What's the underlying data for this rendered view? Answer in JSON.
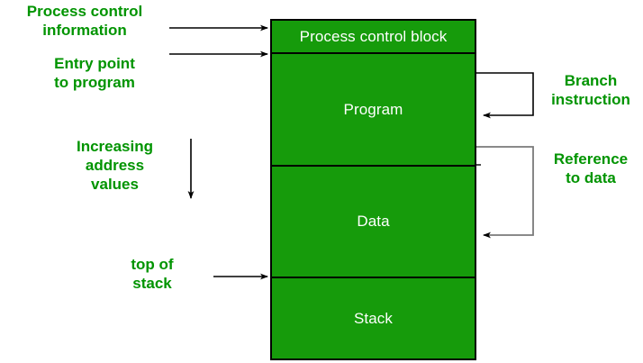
{
  "diagram": {
    "title": "Process image in main memory with annotations",
    "colors": {
      "block_fill": "#169b0b",
      "block_border": "#000000",
      "label_text": "#009400",
      "segment_text": "#ffffff",
      "arrow_black": "#000000",
      "arrow_gray": "#808080",
      "background": "#ffffff"
    },
    "block": {
      "segments": [
        {
          "id": "pcb",
          "label": "Process control block"
        },
        {
          "id": "program",
          "label": "Program"
        },
        {
          "id": "data",
          "label": "Data"
        },
        {
          "id": "stack",
          "label": "Stack"
        }
      ]
    },
    "annotations": {
      "left": [
        {
          "id": "process-control-information",
          "label": "Process control\ninformation",
          "connector": "arrow-right"
        },
        {
          "id": "entry-point-to-program",
          "label": "Entry point\nto program",
          "connector": "arrow-right"
        },
        {
          "id": "increasing-address-values",
          "label": "Increasing\naddress\nvalues",
          "connector": "arrow-down"
        },
        {
          "id": "top-of-stack",
          "label": "top of\nstack",
          "connector": "arrow-right"
        }
      ],
      "right": [
        {
          "id": "branch-instruction",
          "label": "Branch\ninstruction",
          "connector": "bracket-arrow-left"
        },
        {
          "id": "reference-to-data",
          "label": "Reference\nto data",
          "connector": "bracket-arrow-left"
        }
      ]
    }
  }
}
